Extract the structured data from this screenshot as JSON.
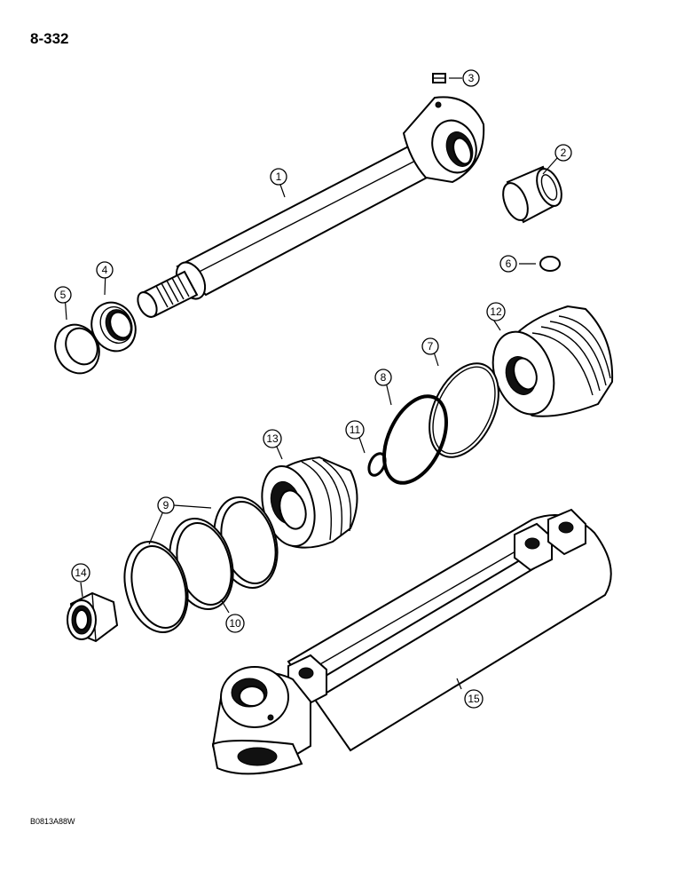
{
  "page_number": "8-332",
  "figure_code": "B0813A88W",
  "callouts": [
    {
      "id": "1",
      "part": "rod"
    },
    {
      "id": "2",
      "part": "bushing"
    },
    {
      "id": "3",
      "part": "grease-fitting"
    },
    {
      "id": "4",
      "part": "wiper-seal"
    },
    {
      "id": "5",
      "part": "rod-seal"
    },
    {
      "id": "6",
      "part": "plug"
    },
    {
      "id": "7",
      "part": "backup-ring"
    },
    {
      "id": "8",
      "part": "o-ring-large"
    },
    {
      "id": "9",
      "part": "piston-ring"
    },
    {
      "id": "10",
      "part": "wear-ring"
    },
    {
      "id": "11",
      "part": "o-ring-small"
    },
    {
      "id": "12",
      "part": "gland"
    },
    {
      "id": "13",
      "part": "piston"
    },
    {
      "id": "14",
      "part": "nut"
    },
    {
      "id": "15",
      "part": "cylinder-barrel"
    }
  ]
}
